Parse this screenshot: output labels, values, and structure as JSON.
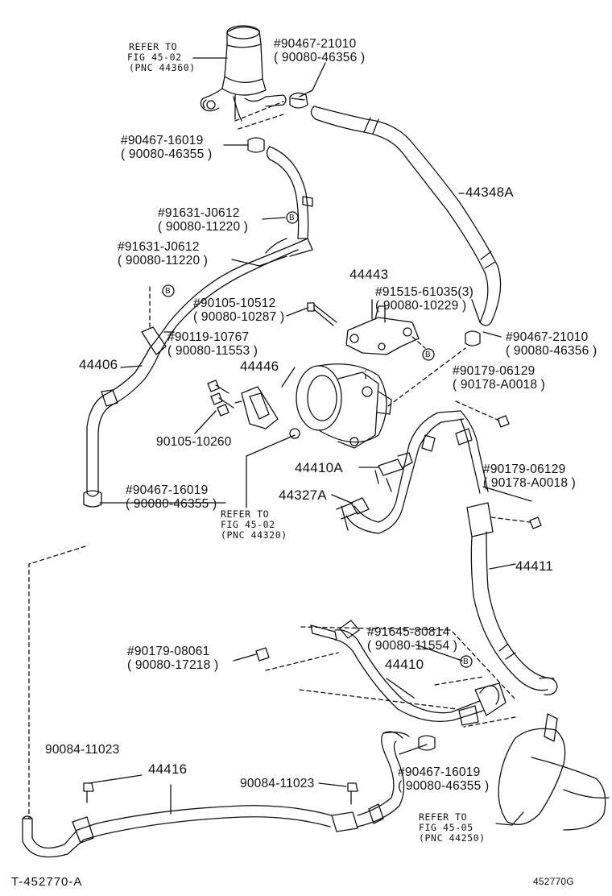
{
  "refs": {
    "reservoir": {
      "l1": "REFER TO",
      "l2": "FIG 45-02",
      "l3": "(PNC 44360)"
    },
    "pump": {
      "l1": "REFER TO",
      "l2": "FIG 45-02",
      "l3": "(PNC 44320)"
    },
    "gear": {
      "l1": "REFER TO",
      "l2": "FIG 45-05",
      "l3": "(PNC 44250)"
    }
  },
  "labels": {
    "p1a": "#90467-21010",
    "p1b": "( 90080-46356   )",
    "p2a": "#90467-16019",
    "p2b": "( 90080-46355   )",
    "p3a": "#91631-J0612",
    "p3b": "( 90080-11220   )",
    "p4a": "#91631-J0612",
    "p4b": "( 90080-11220   )",
    "p5": "44348A",
    "p6": "44443",
    "p7a": "#91515-61035(3)",
    "p7b": "( 90080-10229   )",
    "p8a": "#90105-10512",
    "p8b": "( 90080-10287   )",
    "p9a": "#90119-10767",
    "p9b": "( 90080-11553   )",
    "p10": "44406",
    "p11": "44446",
    "p12a": "#90467-21010",
    "p12b": "( 90080-46356   )",
    "p13a": "#90179-06129",
    "p13b": "( 90178-A0018   )",
    "p14": "90105-10260",
    "p15": "44410A",
    "p16a": "#90179-06129",
    "p16b": "( 90178-A0018   )",
    "p17": "44327A",
    "p18a": "#90467-16019",
    "p18b": "( 90080-46355   )",
    "p19": "44411",
    "p20a": "#91645-80814",
    "p20b": "( 90080-11554   )",
    "p21a": "#90179-08061",
    "p21b": "( 90080-17218   )",
    "p22": "44410",
    "p23": "90084-11023",
    "p24": "44416",
    "p25": "90084-11023",
    "p26a": "#90467-16019",
    "p26b": "( 90080-46355   )",
    "footer_left": "T-452770-A",
    "footer_right": "452770G"
  },
  "markers": {
    "b": "B"
  }
}
